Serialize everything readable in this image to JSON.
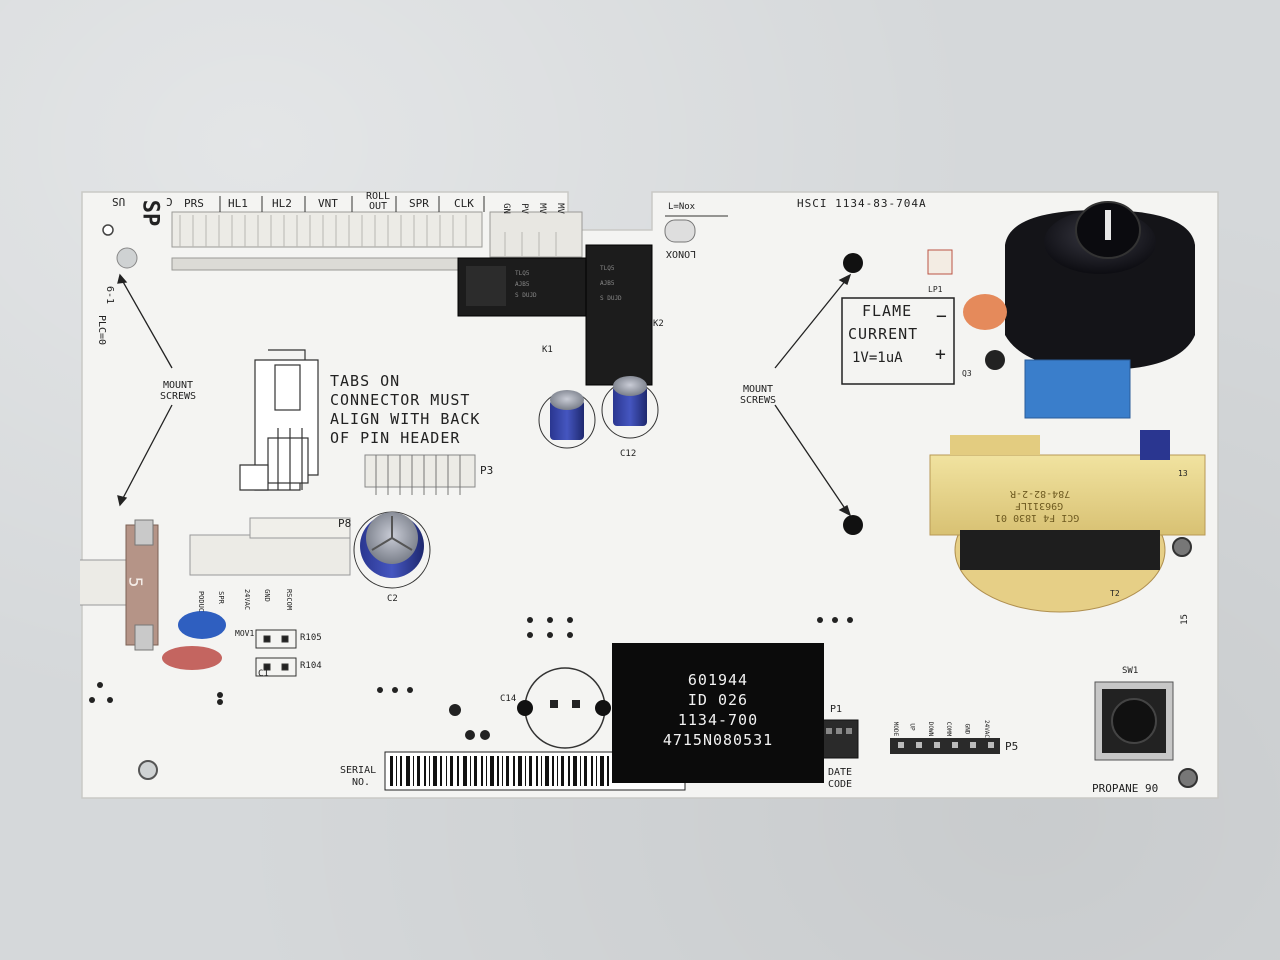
{
  "board": {
    "model_code": "HSCI 1134-83-704A",
    "cert_mark": "SP",
    "cert_mark_side_left": "US",
    "cert_mark_side_right": "C",
    "connector_top_labels": [
      "PRS",
      "HL1",
      "HL2",
      "VNT",
      "ROLL OUT",
      "SPR",
      "CLK"
    ],
    "connector_gas_labels": [
      "GN",
      "PV",
      "MV",
      "MV"
    ],
    "led_label": "LONOX",
    "led_label_top": "L=Nox",
    "relay_labels": [
      "K1",
      "K2"
    ],
    "mount_screws_left": "MOUNT SCREWS",
    "mount_screws_right": "MOUNT SCREWS",
    "tabs_note": [
      "TABS ON",
      "CONNECTOR MUST",
      "ALIGN WITH BACK",
      "OF PIN HEADER"
    ],
    "header_labels": [
      "P3",
      "P8",
      "P1",
      "P5"
    ],
    "flame_current": {
      "line1": "FLAME",
      "line2": "CURRENT",
      "line3": "1V=1uA",
      "minus": "−",
      "plus": "+"
    },
    "side_text": [
      "PLC=0",
      "6-1"
    ],
    "capacitor_labels": [
      "C12",
      "C2",
      "C1",
      "C14"
    ],
    "resistor_labels": [
      "R105",
      "R104"
    ],
    "misc_labels": [
      "MOV1",
      "LP1",
      "Q3",
      "T2",
      "SW1",
      "15",
      "13"
    ],
    "fuse_value": "5",
    "transformer_text": [
      "784-82-2-R",
      "G96311LF",
      "GCI F4 1830 01"
    ],
    "p8_pin_labels": [
      "PODUC",
      "SPR",
      "24VAC",
      "GND",
      "RSCOM"
    ],
    "p5_pin_labels": [
      "MODE",
      "UP",
      "DOWN",
      "COMM",
      "GND",
      "24VAC"
    ],
    "black_label": [
      "601944",
      "ID 026",
      "1134-700",
      "4715N080531"
    ],
    "serial_label": [
      "SERIAL",
      "NO."
    ],
    "date_code": [
      "DATE",
      "CODE"
    ],
    "fuel_type": "PROPANE 90"
  },
  "colors": {
    "background": "#d7dadb",
    "pcb": "#f4f4f2",
    "silkscreen": "#222222",
    "relay": "#1c1c1c",
    "capacitor_blue": "#3a4aa8",
    "transformer_bobbin": "#e9d98a",
    "transformer_core": "#1e1e1e",
    "film_cap": "#3b78c8",
    "fuse": "#b59487",
    "ignitor_cap": "#1a1a22",
    "black_label": "#0b0b0b"
  }
}
